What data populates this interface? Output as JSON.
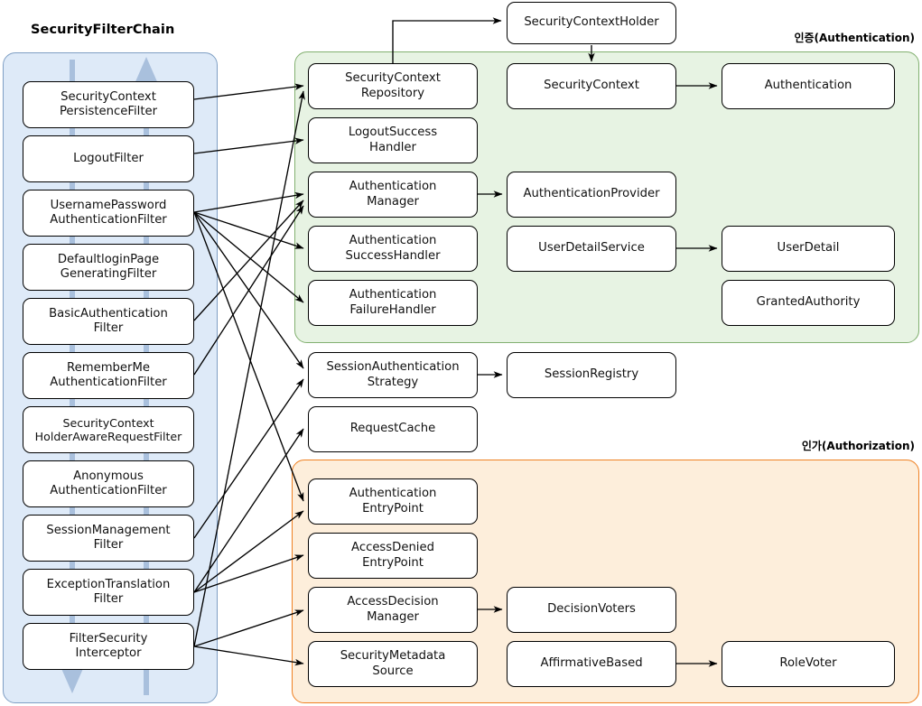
{
  "diagram": {
    "title": "SecurityFilterChain",
    "regions": {
      "filterchain": {
        "title": "SecurityFilterChain",
        "color": "#deeaf8",
        "border": "#7f9fc4"
      },
      "authentication": {
        "caption": "인증(Authentication)",
        "color": "#e7f3e3",
        "border": "#82b070"
      },
      "authorization": {
        "caption": "인가(Authorization)",
        "color": "#fdeedb",
        "border": "#ef8123"
      }
    }
  },
  "filters": [
    {
      "line1": "SecurityContext",
      "line2": "PersistenceFilter"
    },
    {
      "line1": "LogoutFilter",
      "line2": ""
    },
    {
      "line1": "UsernamePassword",
      "line2": "AuthenticationFilter"
    },
    {
      "line1": "DefaultloginPage",
      "line2": "GeneratingFilter"
    },
    {
      "line1": "BasicAuthentication",
      "line2": "Filter"
    },
    {
      "line1": "RememberMe",
      "line2": "AuthenticationFilter"
    },
    {
      "line1": "SecurityContext",
      "line2": "HolderAwareRequestFilter"
    },
    {
      "line1": "Anonymous",
      "line2": "AuthenticationFilter"
    },
    {
      "line1": "SessionManagement",
      "line2": "Filter"
    },
    {
      "line1": "ExceptionTranslation",
      "line2": "Filter"
    },
    {
      "line1": "FilterSecurity",
      "line2": "Interceptor"
    }
  ],
  "top": {
    "security_context_holder": "SecurityContextHolder"
  },
  "authentication_nodes": {
    "col1": [
      {
        "line1": "SecurityContext",
        "line2": "Repository"
      },
      {
        "line1": "LogoutSuccess",
        "line2": "Handler"
      },
      {
        "line1": "Authentication",
        "line2": "Manager"
      },
      {
        "line1": "Authentication",
        "line2": "SuccessHandler"
      },
      {
        "line1": "Authentication",
        "line2": "FailureHandler"
      }
    ],
    "col2": [
      {
        "line1": "SecurityContext",
        "line2": ""
      },
      {
        "line1": "AuthenticationProvider",
        "line2": ""
      },
      {
        "line1": "UserDetailService",
        "line2": ""
      }
    ],
    "col3": [
      {
        "line1": "Authentication",
        "line2": ""
      },
      {
        "line1": "UserDetail",
        "line2": ""
      },
      {
        "line1": "GrantedAuthority",
        "line2": ""
      }
    ]
  },
  "middle_nodes": {
    "col1": [
      {
        "line1": "SessionAuthentication",
        "line2": "Strategy"
      },
      {
        "line1": "RequestCache",
        "line2": ""
      }
    ],
    "col2": [
      {
        "line1": "SessionRegistry",
        "line2": ""
      }
    ]
  },
  "authorization_nodes": {
    "col1": [
      {
        "line1": "Authentication",
        "line2": "EntryPoint"
      },
      {
        "line1": "AccessDenied",
        "line2": "EntryPoint"
      },
      {
        "line1": "AccessDecision",
        "line2": "Manager"
      },
      {
        "line1": "SecurityMetadata",
        "line2": "Source"
      }
    ],
    "col2": [
      {
        "line1": "DecisionVoters",
        "line2": ""
      },
      {
        "line1": "AffirmativeBased",
        "line2": ""
      }
    ],
    "col3": [
      {
        "line1": "RoleVoter",
        "line2": ""
      }
    ]
  },
  "flow_arrows": {
    "down_arrow": "request-flow-down",
    "up_arrow": "response-flow-up",
    "color": "#a9c0dd"
  }
}
